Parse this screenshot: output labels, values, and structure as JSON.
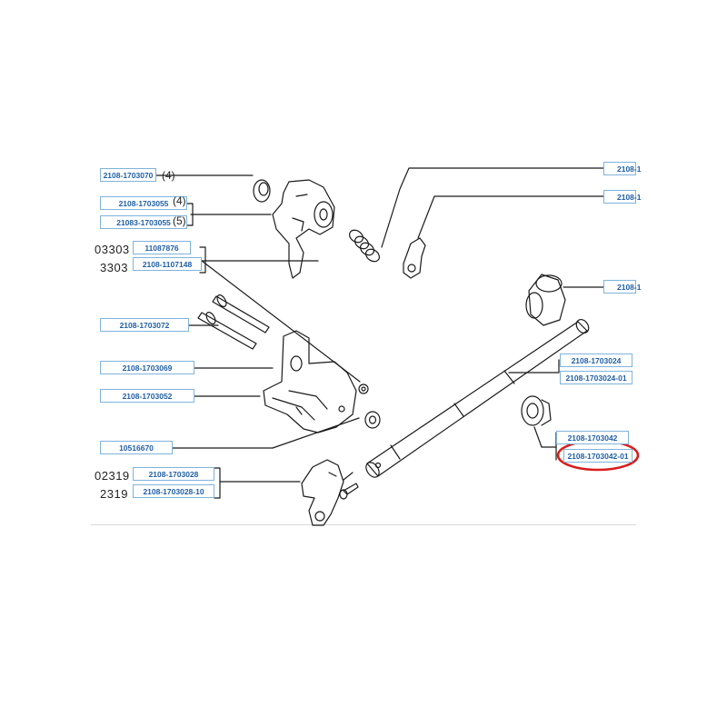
{
  "labels": {
    "p1703070": "2108-1703070",
    "p1703055": "2108-1703055",
    "p21083_1703055": "21083-1703055",
    "p11087876": "11087876",
    "p1107148": "2108-1107148",
    "p1703072": "2108-1703072",
    "p1703069": "2108-1703069",
    "p1703052": "2108-1703052",
    "p10516670": "10516670",
    "p1703028": "2108-1703028",
    "p1703028_10": "2108-1703028-10",
    "p1703024": "2108-1703024",
    "p1703024_01": "2108-1703024-01",
    "p1703042": "2108-1703042",
    "p1703042_01": "2108-1703042-01",
    "r1": "2108-1",
    "r2": "2108-1",
    "r3": "2108-1"
  },
  "notes": {
    "q4a": "(4)",
    "q4b": "(4)",
    "q5": "(5)",
    "v03303": "03303",
    "v3303": "3303",
    "v02319": "02319",
    "v2319": "2319"
  },
  "colors": {
    "label_border": "#7fb3dc",
    "label_text": "#1f5fa8",
    "line": "#1a1a1a",
    "highlight": "#d81e1e"
  }
}
